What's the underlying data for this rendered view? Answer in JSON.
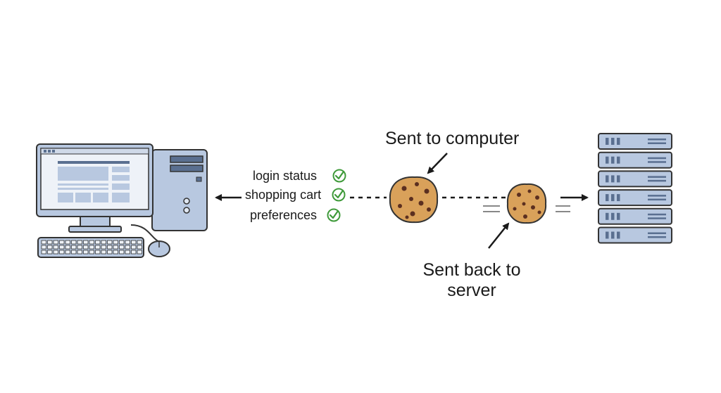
{
  "cookie_data": [
    "login status",
    "shopping cart",
    "preferences"
  ],
  "captions": {
    "sent_to": "Sent to computer",
    "sent_back_line1": "Sent back to",
    "sent_back_line2": "server"
  },
  "icons": {
    "computer": "desktop-computer-icon",
    "server": "server-rack-icon",
    "cookie": "cookie-icon",
    "check": "check-circle-icon"
  },
  "colors": {
    "outline": "#333333",
    "device_fill": "#b8c8e0",
    "device_dark": "#5a6f90",
    "screen_fill": "#eef2f8",
    "cookie_fill": "#d9a15a",
    "cookie_chip": "#5b2f20",
    "check_green": "#3f9a3a"
  }
}
